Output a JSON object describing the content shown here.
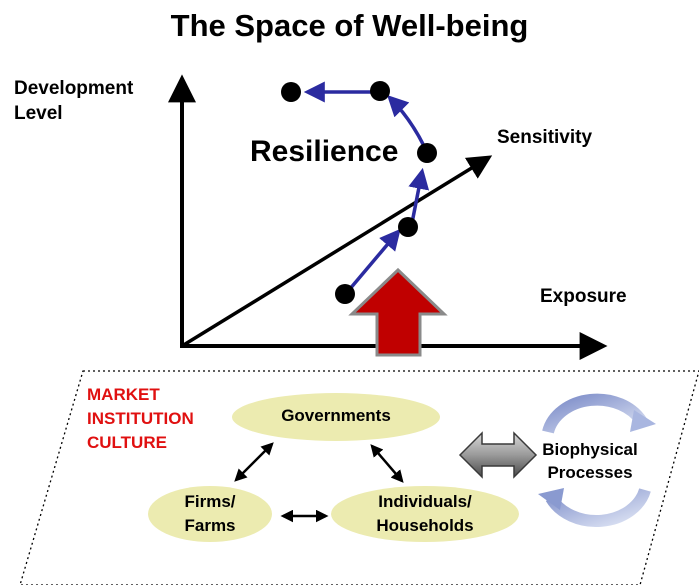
{
  "title": "The Space of Well-being",
  "axes": {
    "vertical_label_line1": "Development",
    "vertical_label_line2": "Level",
    "diagonal_label": "Sensitivity",
    "horizontal_label": "Exposure"
  },
  "trajectory_label": "Resilience",
  "context_labels": [
    "MARKET",
    "INSTITUTION",
    "CULTURE"
  ],
  "nodes": {
    "governments": "Governments",
    "firms_line1": "Firms/",
    "firms_line2": "Farms",
    "individuals_line1": "Individuals/",
    "individuals_line2": "Households",
    "biophysical_line1": "Biophysical",
    "biophysical_line2": "Processes"
  },
  "colors": {
    "trajectory_arrow": "#2b2ba0",
    "context_text": "#e01010",
    "node_fill": "#ecebb0",
    "big_arrow": "#c00000",
    "cycle_arrow": "#9aa8d6"
  }
}
